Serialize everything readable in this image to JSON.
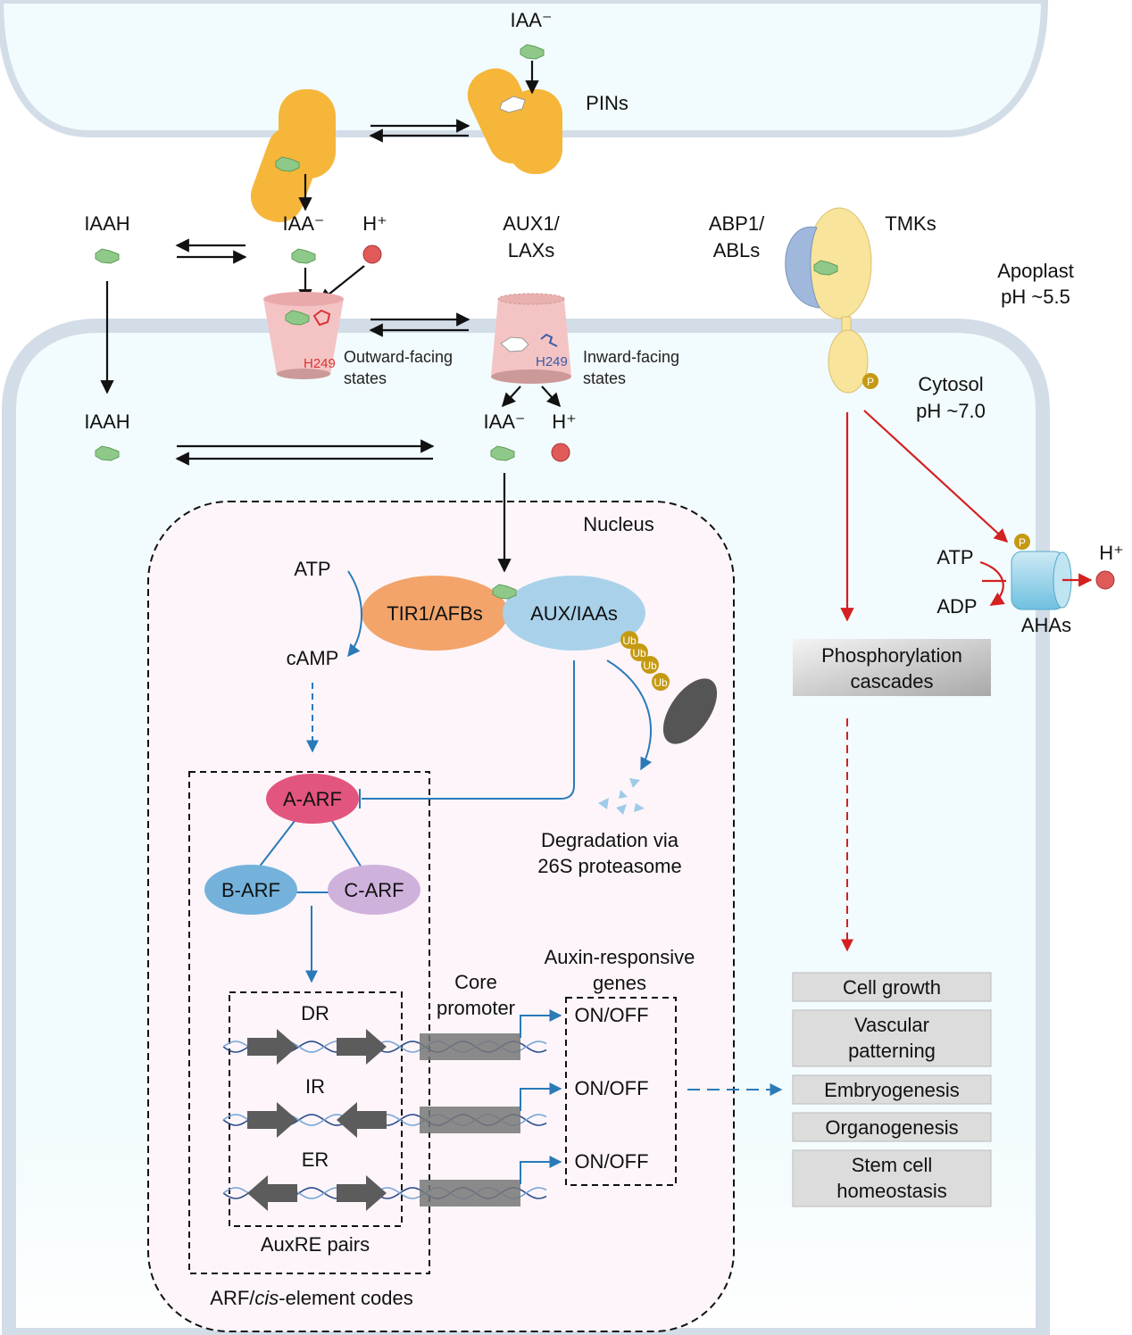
{
  "labels": {
    "iaa_top": "IAA⁻",
    "pins": "PINs",
    "iaah_apoplast": "IAAH",
    "iaa_apoplast": "IAA⁻",
    "h_apoplast": "H⁺",
    "aux1_line1": "AUX1/",
    "aux1_line2": "LAXs",
    "abp1_line1": "ABP1/",
    "abp1_line2": "ABLs",
    "tmks": "TMKs",
    "apoplast_line1": "Apoplast",
    "apoplast_line2": "pH ~5.5",
    "h249_out": "H249",
    "h249_in": "H249",
    "outward_line1": "Outward-facing",
    "outward_line2": "states",
    "inward_line1": "Inward-facing",
    "inward_line2": "states",
    "cytosol_line1": "Cytosol",
    "cytosol_line2": "pH ~7.0",
    "iaah_cytosol": "IAAH",
    "iaa_cytosol": "IAA⁻",
    "h_cytosol": "H⁺",
    "nucleus": "Nucleus",
    "atp_nucleus": "ATP",
    "camp": "cAMP",
    "tir1": "TIR1/AFBs",
    "aux_iaas": "AUX/IAAs",
    "ub": "Ub",
    "p": "P",
    "atp_aha": "ATP",
    "adp_aha": "ADP",
    "h_aha": "H⁺",
    "ahas": "AHAs",
    "phospho_line1": "Phosphorylation",
    "phospho_line2": "cascades",
    "a_arf": "A-ARF",
    "b_arf": "B-ARF",
    "c_arf": "C-ARF",
    "degradation_line1": "Degradation via",
    "degradation_line2": "26S proteasome",
    "auxin_genes_line1": "Auxin-responsive",
    "auxin_genes_line2": "genes",
    "core_line1": "Core",
    "core_line2": "promoter",
    "dr": "DR",
    "ir": "IR",
    "er": "ER",
    "on_off": "ON/OFF",
    "auxre_pairs": "AuxRE pairs",
    "codes_prefix": "ARF/",
    "codes_italic": "cis",
    "codes_suffix": "-element codes"
  },
  "outcomes": [
    [
      "Cell growth"
    ],
    [
      "Vascular",
      "patterning"
    ],
    [
      "Embryogenesis"
    ],
    [
      "Organogenesis"
    ],
    [
      "Stem cell",
      "homeostasis"
    ]
  ],
  "colors": {
    "auxin": "#8fc98a",
    "pin": "#f5b63a",
    "aux1": "#f4c4c4",
    "tir1": "#f2a46a",
    "aux_iaa": "#a9d2ea",
    "a_arf": "#e2557e",
    "b_arf": "#74b2dc",
    "c_arf": "#cfb2dc",
    "tmk": "#f8e49a",
    "abp1": "#9fb8dc",
    "signal_red": "#d42020",
    "nuclear_blue": "#2a7ab8"
  }
}
